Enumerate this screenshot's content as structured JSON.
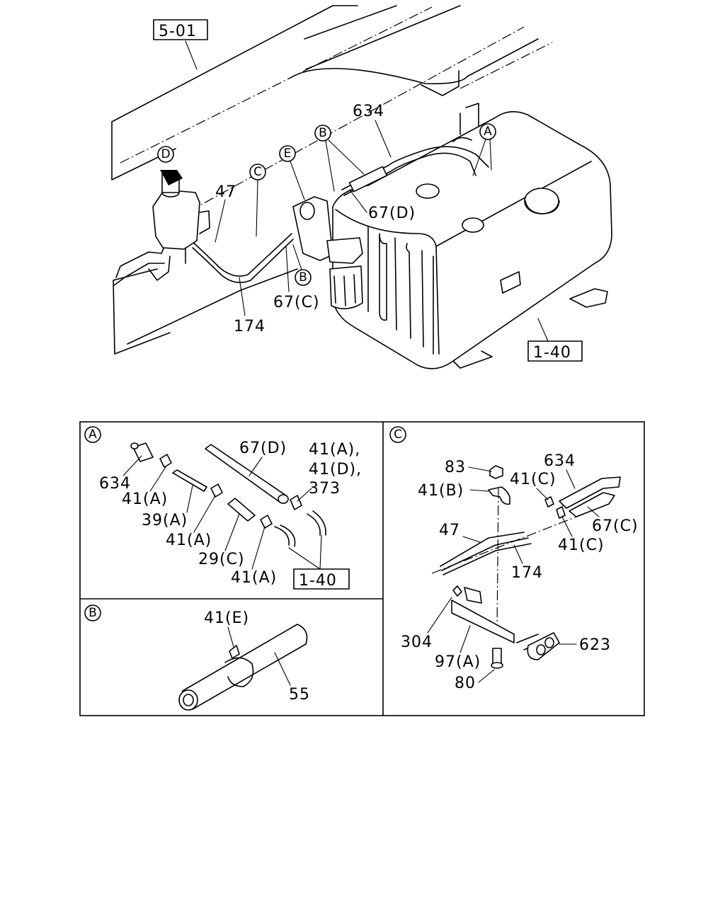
{
  "references": {
    "frame": "5-01",
    "tank": "1-40",
    "tank_detail": "1-40"
  },
  "main_labels": {
    "p634": "634",
    "p47": "47",
    "p67d": "67(D)",
    "p67c": "67(C)",
    "p174": "174"
  },
  "callouts": {
    "a": "A",
    "b": "B",
    "c": "C",
    "d": "D",
    "e": "E"
  },
  "panel_a": {
    "tag": "A",
    "labels": {
      "p634": "634",
      "p41a_1": "41(A)",
      "p39a": "39(A)",
      "p41a_2": "41(A)",
      "p29c": "29(C)",
      "p41a_3": "41(A)",
      "p67d": "67(D)",
      "p41a_list": "41(A),",
      "p41d_list": "41(D),",
      "p373": "373"
    }
  },
  "panel_b": {
    "tag": "B",
    "labels": {
      "p41e": "41(E)",
      "p55": "55"
    }
  },
  "panel_c": {
    "tag": "C",
    "labels": {
      "p83": "83",
      "p41b": "41(B)",
      "p41c_1": "41(C)",
      "p634": "634",
      "p67c": "67(C)",
      "p41c_2": "41(C)",
      "p47": "47",
      "p174": "174",
      "p304": "304",
      "p97a": "97(A)",
      "p623": "623",
      "p80": "80"
    }
  }
}
